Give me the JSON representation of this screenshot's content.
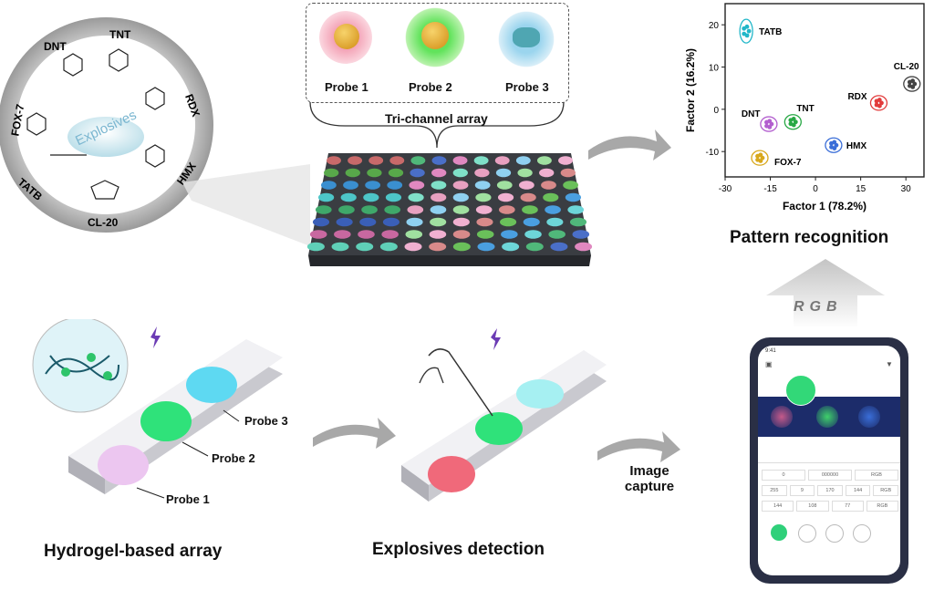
{
  "explosives_wheel": {
    "center": "Explosives",
    "names": [
      "DNT",
      "TNT",
      "RDX",
      "HMX",
      "CL-20",
      "TATB",
      "FOX-7"
    ]
  },
  "probes": {
    "p1": "Probe 1",
    "p2": "Probe 2",
    "p3": "Probe 3",
    "array_title": "Tri-channel array"
  },
  "plot": {
    "xlabel": "Factor 1 (78.2%)",
    "ylabel": "Factor 2 (16.2%)",
    "title": "Pattern recognition",
    "xticks": [
      "-30",
      "-15",
      "0",
      "15",
      "30"
    ],
    "yticks": [
      "20",
      "10",
      "0",
      "-10"
    ]
  },
  "chart_data": {
    "type": "scatter",
    "xlim": [
      -30,
      36
    ],
    "ylim": [
      -16,
      25
    ],
    "series": [
      {
        "name": "TATB",
        "x": -23,
        "y": 18.5,
        "color": "#22b7c9"
      },
      {
        "name": "DNT",
        "x": -15.5,
        "y": -3.5,
        "color": "#b35fcf"
      },
      {
        "name": "TNT",
        "x": -7.5,
        "y": -3,
        "color": "#27a844"
      },
      {
        "name": "RDX",
        "x": 21,
        "y": 1.5,
        "color": "#e23b3b"
      },
      {
        "name": "CL-20",
        "x": 32,
        "y": 6,
        "color": "#444444"
      },
      {
        "name": "HMX",
        "x": 6,
        "y": -8.5,
        "color": "#3a6ed8"
      },
      {
        "name": "FOX-7",
        "x": -18.5,
        "y": -11.5,
        "color": "#d8a81c"
      }
    ]
  },
  "hydrogel": {
    "title": "Hydrogel-based array",
    "probe3": "Probe 3",
    "probe2": "Probe 2",
    "probe1": "Probe 1"
  },
  "detection": {
    "title": "Explosives detection"
  },
  "capture": {
    "line1": "Image",
    "line2": "capture"
  },
  "rgb": "RGB",
  "phone": {
    "time": "9:41",
    "rows": [
      [
        "0",
        "000000",
        "RGB"
      ],
      [
        "255",
        "9",
        "170",
        "144",
        "RGB"
      ],
      [
        "144",
        "108",
        "77",
        "RGB"
      ]
    ]
  },
  "colors": {
    "pink": "#f2a3c7",
    "green": "#2fe27a",
    "cyan": "#5ed9f2",
    "red": "#f0697a",
    "arrow_gray": "#a8a8a8"
  }
}
